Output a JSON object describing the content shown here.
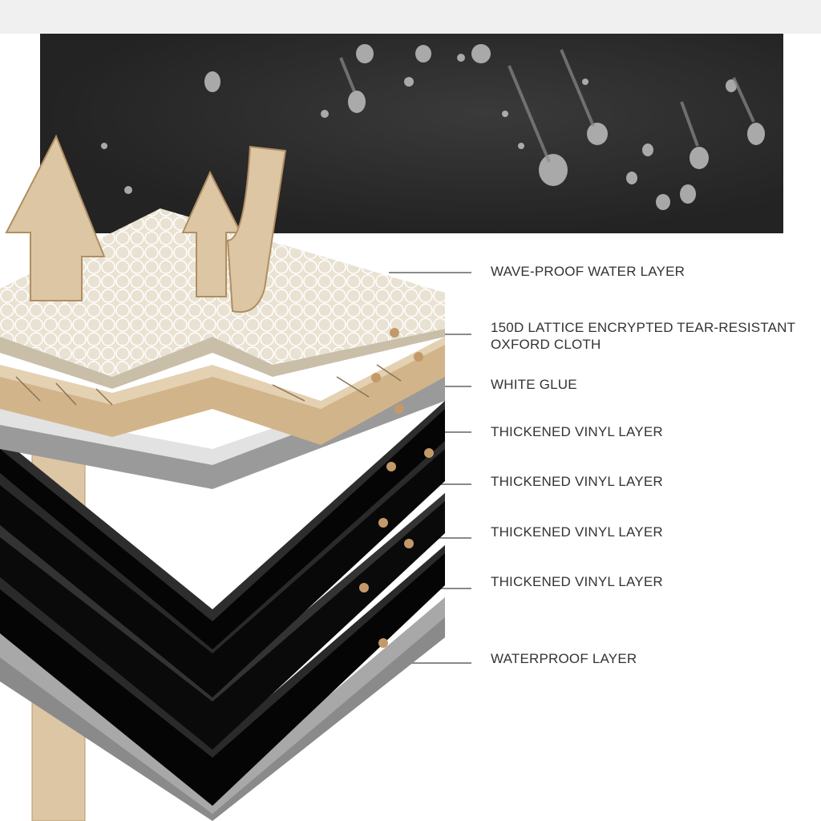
{
  "colors": {
    "tan": "#dcc6a4",
    "beige": "#e9e2d3",
    "dot": "#c4996a",
    "black": "#080808",
    "gray": "#a2a2a2",
    "glue": "#e2e2e2",
    "text": "#333333"
  },
  "labels": [
    {
      "text": "WAVE-PROOF WATER LAYER"
    },
    {
      "text": "150D LATTICE ENCRYPTED TEAR-RESISTANT",
      "text2": "OXFORD CLOTH"
    },
    {
      "text": "WHITE GLUE"
    },
    {
      "text": "THICKENED VINYL LAYER"
    },
    {
      "text": "THICKENED VINYL LAYER"
    },
    {
      "text": "THICKENED VINYL LAYER"
    },
    {
      "text": "THICKENED VINYL LAYER"
    },
    {
      "text": "WATERPROOF LAYER"
    }
  ]
}
